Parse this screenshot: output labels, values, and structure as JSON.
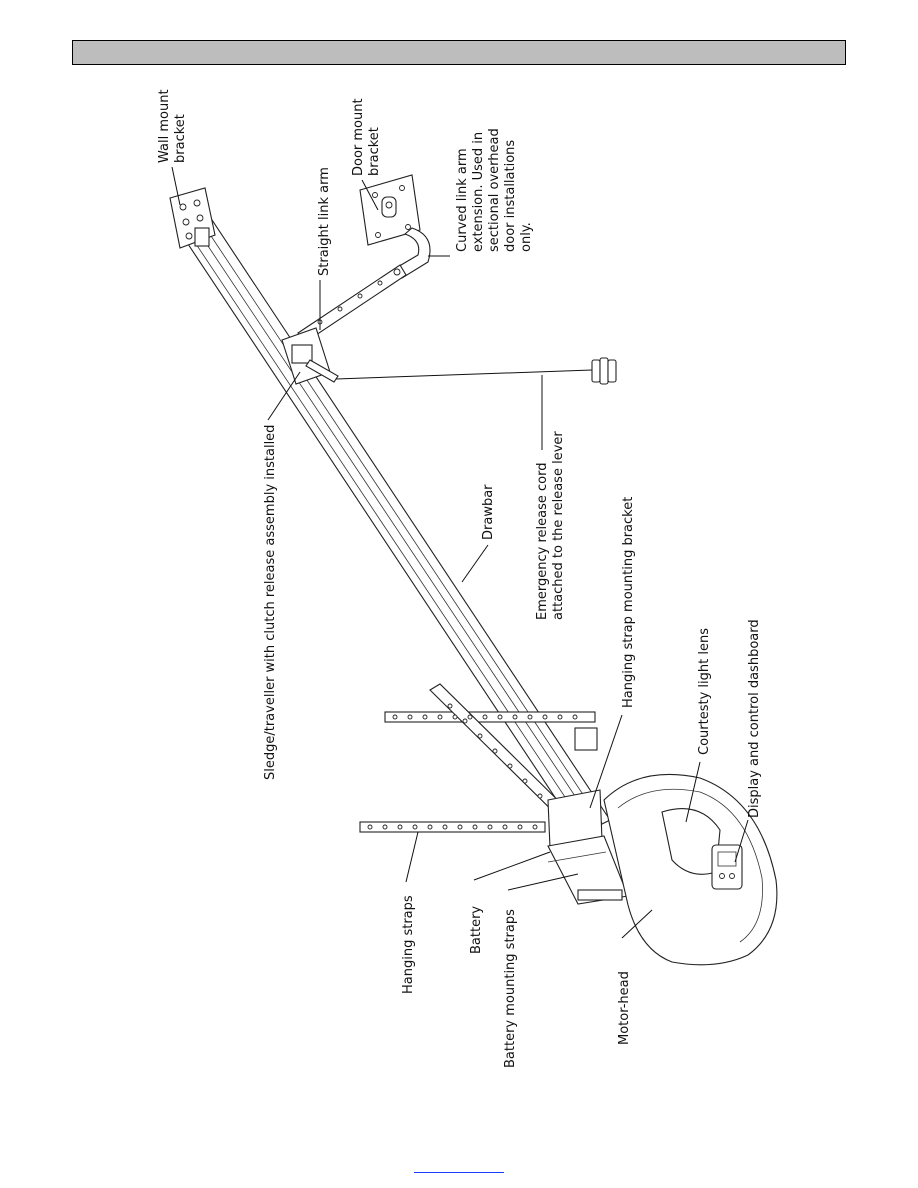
{
  "header": {
    "title": ""
  },
  "labels": {
    "wall_mount_bracket": [
      "Wall mount",
      "bracket"
    ],
    "door_mount_bracket": [
      "Door mount",
      "bracket"
    ],
    "curved_link_arm": [
      "Curved link arm",
      "extension. Used in",
      "sectional overhead",
      "door installations",
      "only."
    ],
    "straight_link_arm": "Straight link arm",
    "sledge_traveller": "Sledge/traveller with clutch release assembly installed",
    "drawbar": "Drawbar",
    "emergency_release_cord": [
      "Emergency release cord",
      "attached to the release lever"
    ],
    "hanging_strap_mounting_bracket": "Hanging strap mounting bracket",
    "courtesy_light_lens": "Courtesty light lens",
    "display_control_dashboard": "Display and control dashboard",
    "hanging_straps": "Hanging straps",
    "battery": "Battery",
    "battery_mounting_straps": "Battery mounting straps",
    "motor_head": "Motor-head"
  },
  "colors": {
    "header_bg": "#bdbdbd",
    "line": "#111111",
    "link": "#1a3cff"
  }
}
